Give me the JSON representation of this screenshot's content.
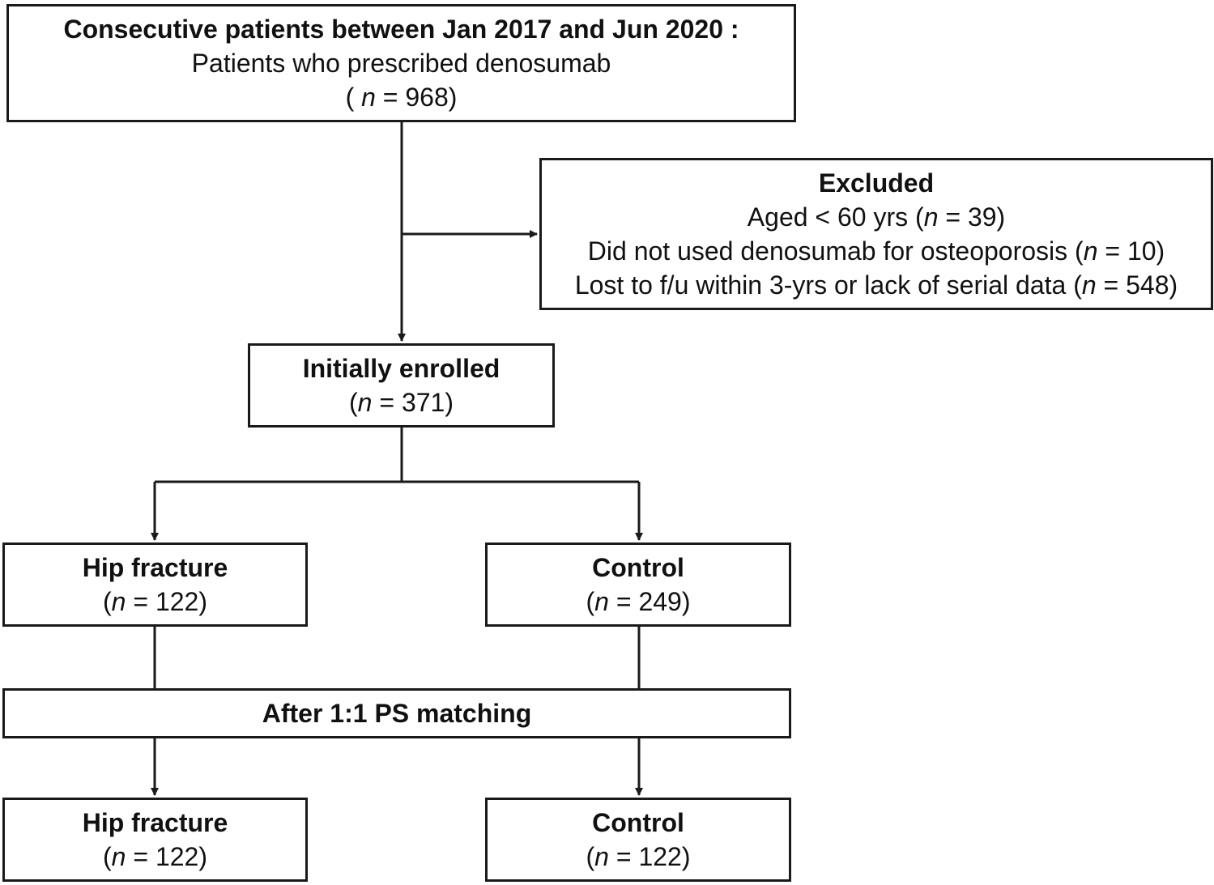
{
  "start": {
    "title": "Consecutive patients between Jan 2017 and Jun 2020 :",
    "subtitle": "Patients who prescribed denosumab",
    "n_prefix": "( ",
    "n_var": "n",
    "n_value": " = 968)"
  },
  "excluded": {
    "title": "Excluded",
    "reasons": [
      {
        "text": "Aged < 60 yrs (",
        "n_var": "n",
        "n_value": " = 39)"
      },
      {
        "text": "Did not used denosumab for osteoporosis (",
        "n_var": "n",
        "n_value": " = 10)"
      },
      {
        "text": "Lost to f/u within 3-yrs or lack of serial data (",
        "n_var": "n",
        "n_value": " = 548)"
      }
    ]
  },
  "enrolled": {
    "title": "Initially enrolled",
    "n_prefix": "(",
    "n_var": "n",
    "n_value": " = 371)"
  },
  "hip_fracture_initial": {
    "title": "Hip fracture",
    "n_prefix": "(",
    "n_var": "n",
    "n_value": " = 122)"
  },
  "control_initial": {
    "title": "Control",
    "n_prefix": "(",
    "n_var": "n",
    "n_value": " = 249)"
  },
  "matching": {
    "title": "After 1:1 PS matching"
  },
  "hip_fracture_matched": {
    "title": "Hip fracture",
    "n_prefix": "(",
    "n_var": "n",
    "n_value": " = 122)"
  },
  "control_matched": {
    "title": "Control",
    "n_prefix": "(",
    "n_var": "n",
    "n_value": " = 122)"
  },
  "colors": {
    "stroke": "#1a1a1a",
    "background": "#ffffff",
    "text": "#111111"
  }
}
